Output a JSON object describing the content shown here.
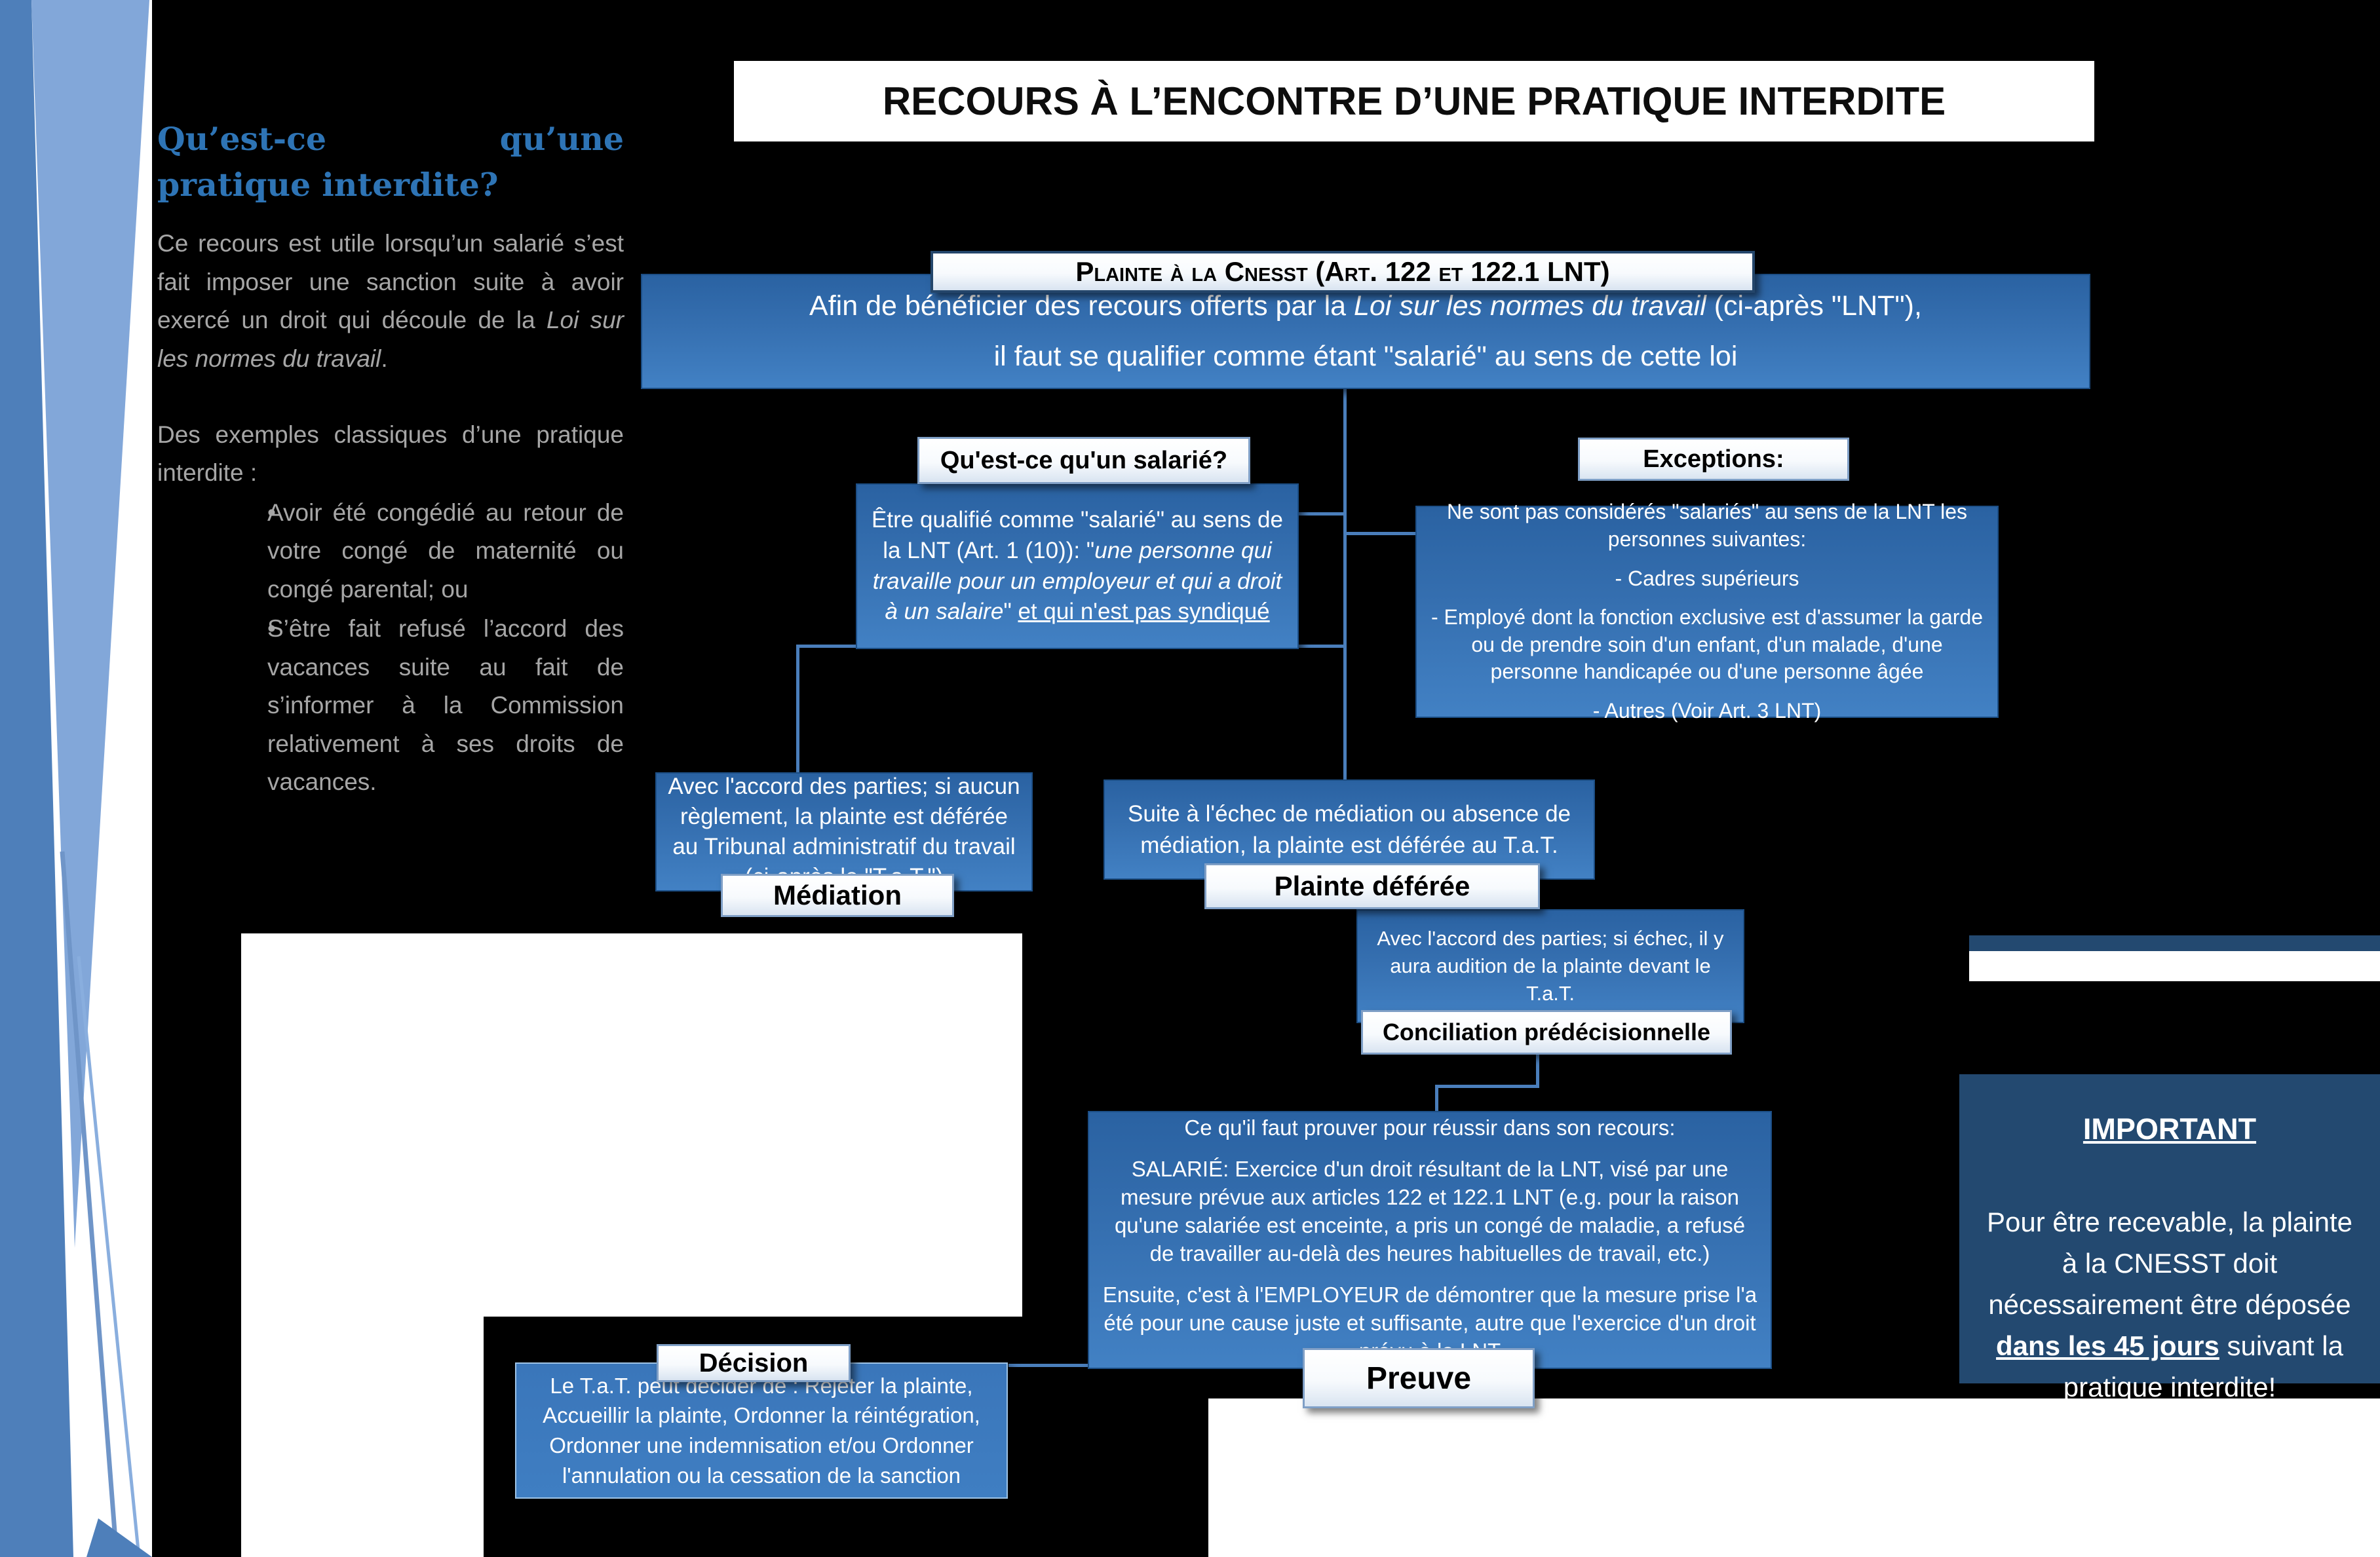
{
  "title": "RECOURS À L’ENCONTRE D’UNE PRATIQUE INTERDITE",
  "sidebar": {
    "heading": "Qu’est-ce qu’une pratique interdite?",
    "para1_pre": "Ce recours est utile lorsqu’un salarié s’est fait imposer une sanction suite à avoir exercé un droit qui découle de la ",
    "para1_italic": "Loi sur les normes du travail",
    "para1_post": ".",
    "examples_intro": "Des exemples classiques d’une pratique interdite :",
    "bullet_glyph": "•",
    "bullets": [
      "Avoir été congédié au retour de votre congé de maternité ou congé parental; ou",
      "S’être fait refusé l’accord des vacances suite au fait de s’informer à la Commission relativement à ses droits de vacances."
    ]
  },
  "flow": {
    "plainte_label": "Plainte à la Cnesst (Art. 122 et 122.1 LNT)",
    "intro_line1_pre": "Afin de bénéficier des recours offerts par la ",
    "intro_line1_italic": "Loi sur les normes du travail",
    "intro_line1_post": " (ci-après \"LNT\"),",
    "intro_line2": "il faut se qualifier comme étant \"salarié\" au sens de cette loi",
    "salarie": {
      "label": "Qu'est-ce qu'un salarié?",
      "pre": "Être qualifié comme \"salarié\" au sens de la LNT (Art. 1 (10)): \"",
      "italic": "une personne qui travaille pour un employeur et qui a droit à un salaire",
      "mid": "\" ",
      "underline": "et qui n'est pas syndiqué"
    },
    "exceptions": {
      "label": "Exceptions:",
      "intro": "Ne sont pas considérés \"salariés\" au sens de la LNT les personnes suivantes:",
      "items": [
        "- Cadres supérieurs",
        "- Employé dont la fonction exclusive est d'assumer la garde ou de prendre soin d'un enfant, d'un malade, d'une personne handicapée ou d'une personne âgée",
        "- Autres (Voir Art. 3 LNT)"
      ]
    },
    "mediation": {
      "label": "Médiation",
      "text": "Avec l'accord des parties; si aucun règlement, la plainte est déférée au Tribunal administratif du travail (ci-après le \"T.a.T.\")"
    },
    "plainte_deferee": {
      "label": "Plainte déférée",
      "text": "Suite à l'échec de médiation ou absence de médiation, la plainte est déférée au T.a.T."
    },
    "conciliation": {
      "label": "Conciliation prédécisionnelle",
      "text": "Avec l'accord des parties; si échec, il y aura audition de la plainte devant le T.a.T."
    },
    "preuve": {
      "label": "Preuve",
      "intro": "Ce qu'il faut prouver pour réussir dans son recours:",
      "p1": "SALARIÉ: Exercice d'un droit résultant de la LNT, visé par une mesure prévue aux articles 122 et 122.1 LNT (e.g. pour la raison qu'une salariée est enceinte, a pris un congé de maladie, a refusé de travailler au-delà des heures habituelles de travail, etc.)",
      "p2": "Ensuite, c'est à l'EMPLOYEUR de démontrer que la mesure prise l'a été pour une cause juste et suffisante, autre que l'exercice d'un droit prévu à la LNT"
    },
    "decision": {
      "label": "Décision",
      "text": "Le T.a.T. peut décider de : Rejeter la plainte, Accueillir la plainte, Ordonner la réintégration, Ordonner une indemnisation et/ou Ordonner l'annulation ou la cessation de la sanction"
    }
  },
  "important": {
    "title": "IMPORTANT",
    "para_pre": "Pour être recevable, la plainte à la CNESST doit nécessairement être déposée ",
    "para_bold": "dans les 45 jours",
    "para_post": " suivant la pratique interdite!"
  },
  "colors": {
    "background": "#000000",
    "node_blue_top": "#2a62a2",
    "node_blue_bottom": "#4281c4",
    "node_border": "#1c4e85",
    "connector_blue": "#4a7ebb",
    "important_navy": "#234970",
    "heading_blue": "#2e74b5",
    "sidebar_gray": "#a6a6a6",
    "decor_dark_blue": "#4e7fba",
    "decor_light_blue": "#82a7d9"
  }
}
